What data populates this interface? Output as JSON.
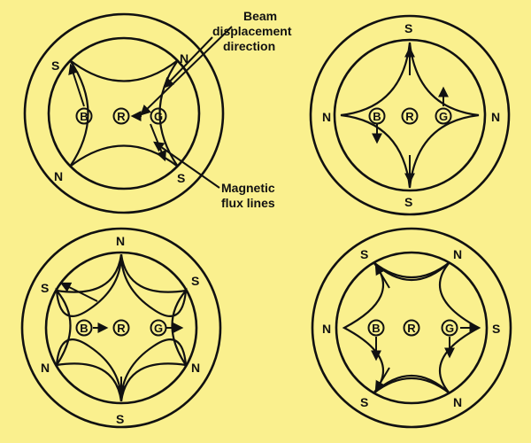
{
  "annotations": {
    "beam_line1": "Beam",
    "beam_line2": "displacement",
    "beam_line3": "direction",
    "flux_line1": "Magnetic",
    "flux_line2": "flux lines"
  },
  "guns": {
    "blue": "B",
    "red": "R",
    "green": "G"
  },
  "panels": [
    {
      "name": "two-pole-horizontal",
      "poles": [
        "S",
        "N",
        "N",
        "S"
      ]
    },
    {
      "name": "two-pole-vertical",
      "poles": [
        "S",
        "N",
        "N",
        "S"
      ]
    },
    {
      "name": "six-pole-a",
      "poles": [
        "N",
        "S",
        "S",
        "N",
        "N",
        "S"
      ]
    },
    {
      "name": "six-pole-b",
      "poles": [
        "S",
        "N",
        "N",
        "S",
        "S",
        "N"
      ]
    }
  ],
  "colors": {
    "background": "#faf08e",
    "ink": "#111111"
  }
}
